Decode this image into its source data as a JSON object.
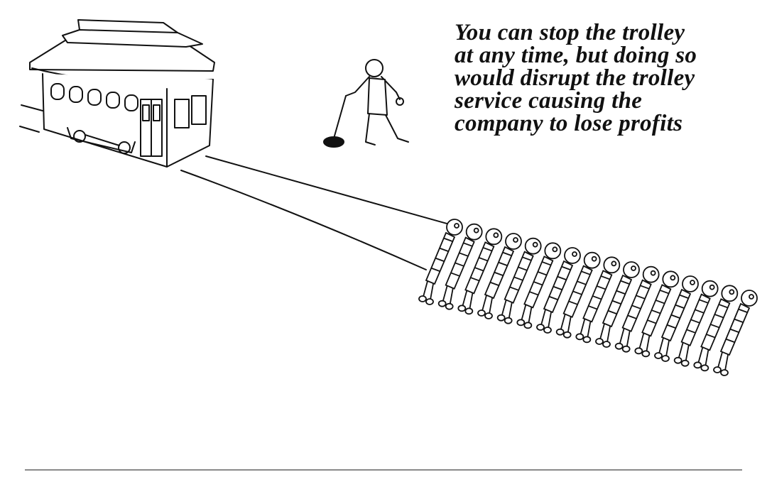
{
  "caption": {
    "lines": [
      "You can stop the trolley",
      "at any time, but doing so",
      "would disrupt the trolley",
      "service causing the",
      "company to lose profits"
    ]
  },
  "colors": {
    "ink": "#111111",
    "background": "#ffffff"
  },
  "illustration": {
    "trolley": "trolley-car",
    "operator": "person-at-lever",
    "people_on_track": 16
  }
}
